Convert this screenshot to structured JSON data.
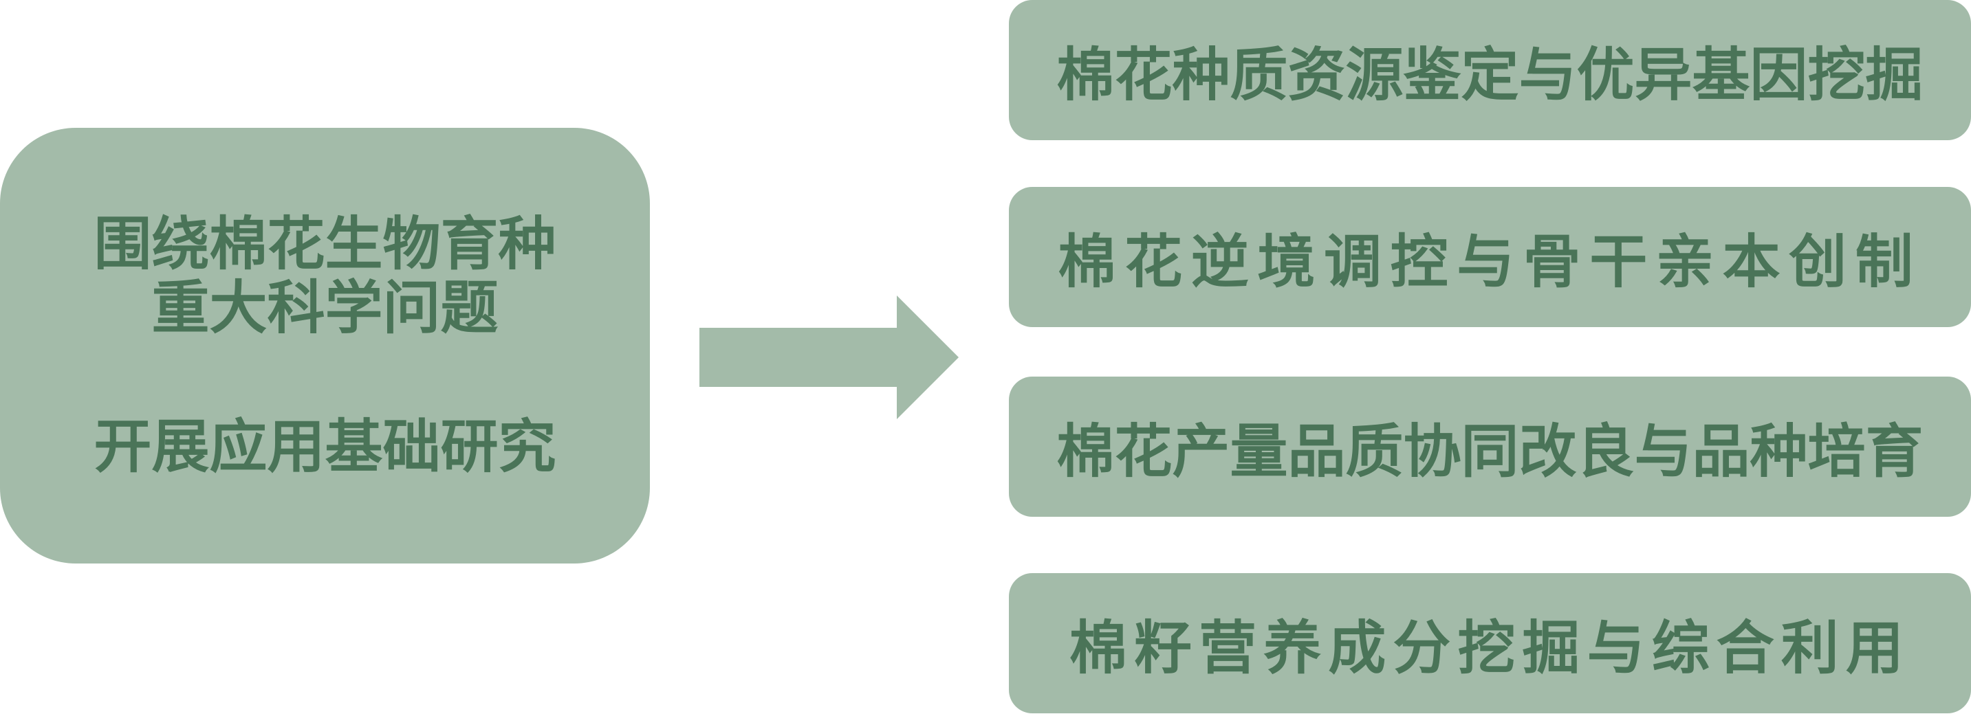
{
  "left_box": {
    "line1": "围绕棉花生物育种",
    "line2": "重大科学问题",
    "line3": "开展应用基础研究"
  },
  "right_boxes": [
    {
      "label": "棉花种质资源鉴定与优异基因挖掘"
    },
    {
      "label": "棉花逆境调控与骨干亲本创制"
    },
    {
      "label": "棉花产量品质协同改良与品种培育"
    },
    {
      "label": "棉籽营养成分挖掘与综合利用"
    }
  ],
  "colors": {
    "box_fill": "#a3bba9",
    "text": "#4a7458"
  }
}
